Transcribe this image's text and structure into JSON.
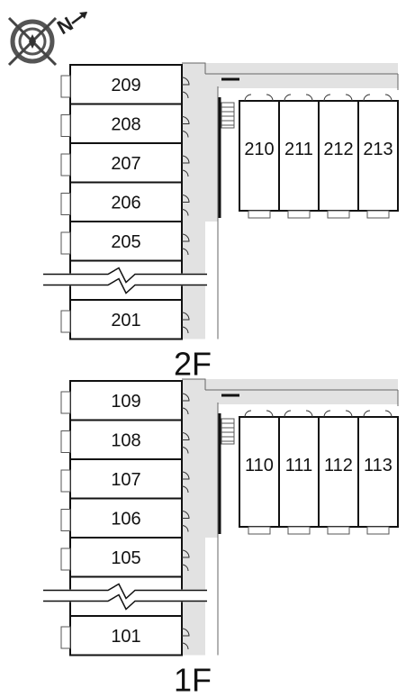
{
  "compass": {
    "icon": "compass-north-icon",
    "letter": "N"
  },
  "floors": [
    {
      "id": "2F",
      "label": "2F",
      "left_units": [
        "209",
        "208",
        "207",
        "206",
        "205",
        "201"
      ],
      "right_units": [
        "210",
        "211",
        "212",
        "213"
      ]
    },
    {
      "id": "1F",
      "label": "1F",
      "left_units": [
        "109",
        "108",
        "107",
        "106",
        "105",
        "101"
      ],
      "right_units": [
        "110",
        "111",
        "112",
        "113"
      ]
    }
  ],
  "colors": {
    "corridor": "#e2e2e2",
    "wall": "#111111",
    "background": "#ffffff"
  }
}
